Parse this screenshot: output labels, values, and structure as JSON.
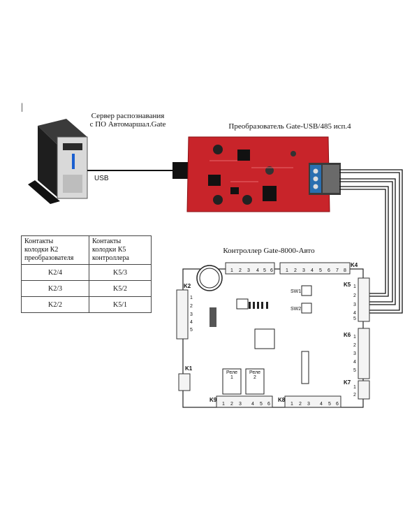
{
  "marker": "|",
  "server": {
    "label_line1": "Сервер распознавания",
    "label_line2": "с ПО Автомаршал.Gate"
  },
  "usb_label": "USB",
  "converter": {
    "label": "Преобразователь Gate-USB/485 исп.4"
  },
  "controller": {
    "label": "Контроллер Gate-8000-Авто",
    "connectors": [
      "K1",
      "K2",
      "K4",
      "K5",
      "K6",
      "K7",
      "K8",
      "K9"
    ],
    "relay_labels": [
      "Реле\n1",
      "Реле\n2"
    ],
    "sw_labels": [
      "SW1",
      "SW2"
    ]
  },
  "table": {
    "headers": [
      "Контакты\nколодки К2\nпреобразователя",
      "Контакты\nколодки К5\nконтроллера"
    ],
    "rows": [
      [
        "K2/4",
        "K5/3"
      ],
      [
        "K2/3",
        "K5/2"
      ],
      [
        "K2/2",
        "K5/1"
      ]
    ]
  },
  "colors": {
    "board_red": "#c8242a",
    "terminal_blue": "#2a6fb0"
  }
}
